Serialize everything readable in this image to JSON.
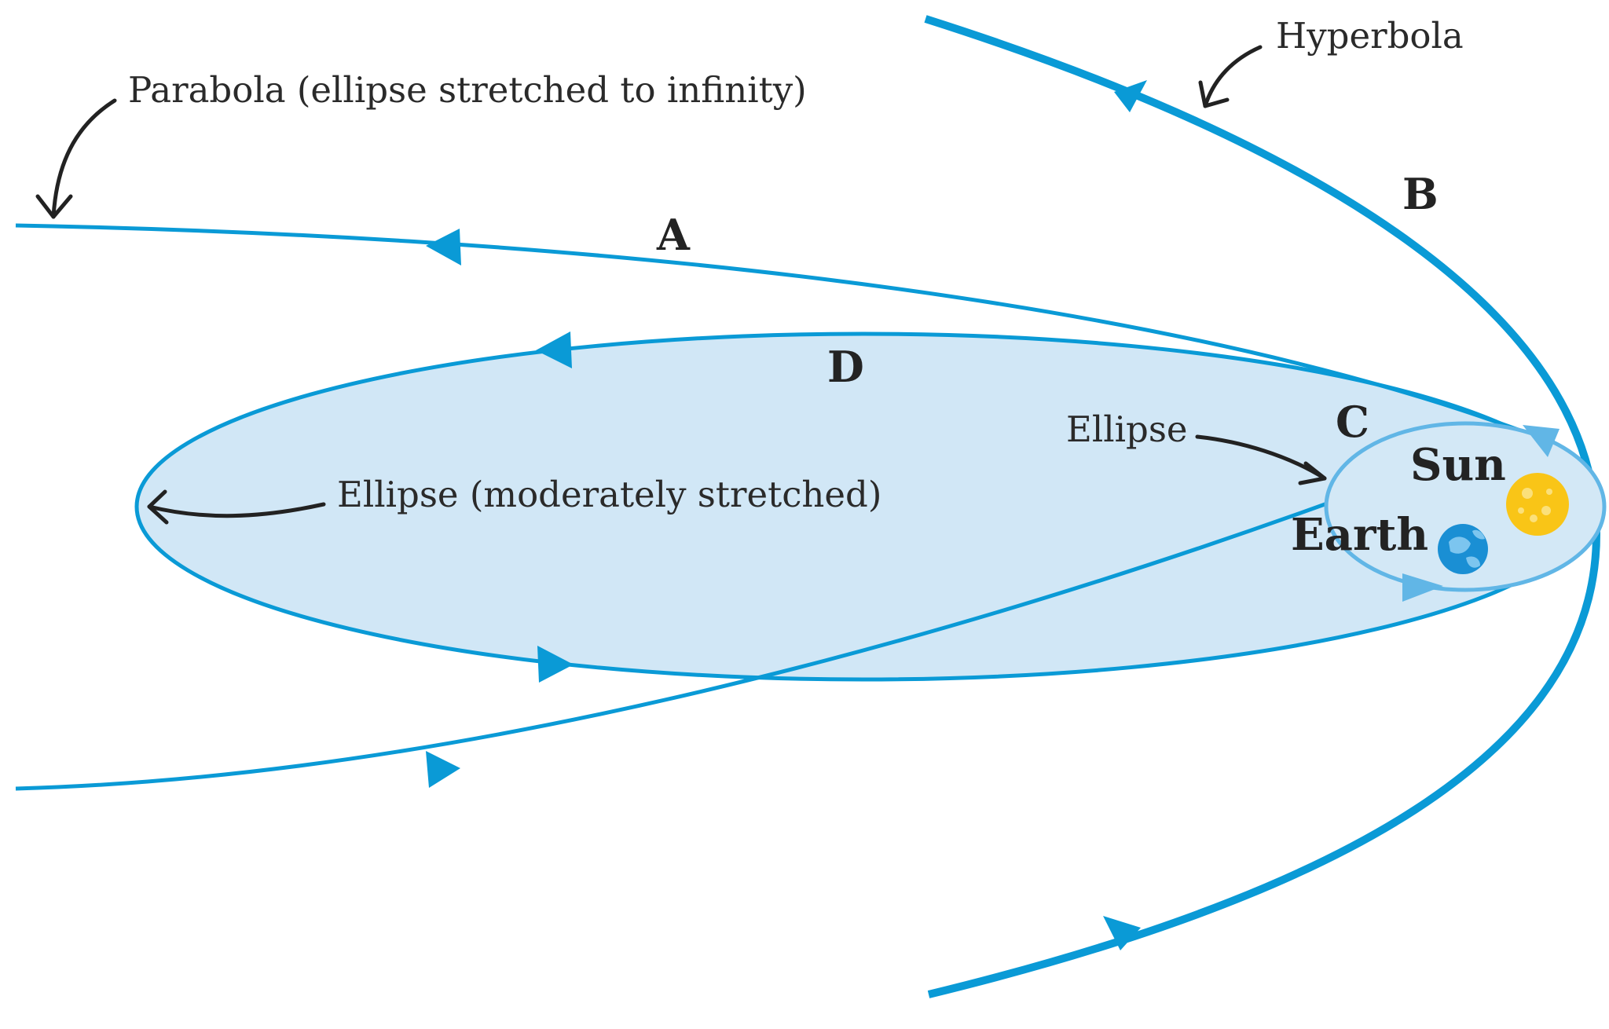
{
  "labels": {
    "hyperbola": "Hyperbola",
    "parabola": "Parabola (ellipse stretched to infinity)",
    "ellipse_moderate": "Ellipse (moderately stretched)",
    "ellipse": "Ellipse",
    "orbit_a": "A",
    "orbit_b": "B",
    "orbit_c": "C",
    "orbit_d": "D",
    "sun": "Sun",
    "earth": "Earth"
  },
  "colors": {
    "orbit_line": "#0a9ad6",
    "inner_orbit_line": "#61b6e6",
    "ellipse_fill": "#d1e7f6",
    "sun": "#f9c517",
    "earth": "#1a8fd4",
    "text": "#232323"
  },
  "icons": {
    "sun": "sun-icon",
    "earth": "earth-globe-icon"
  }
}
